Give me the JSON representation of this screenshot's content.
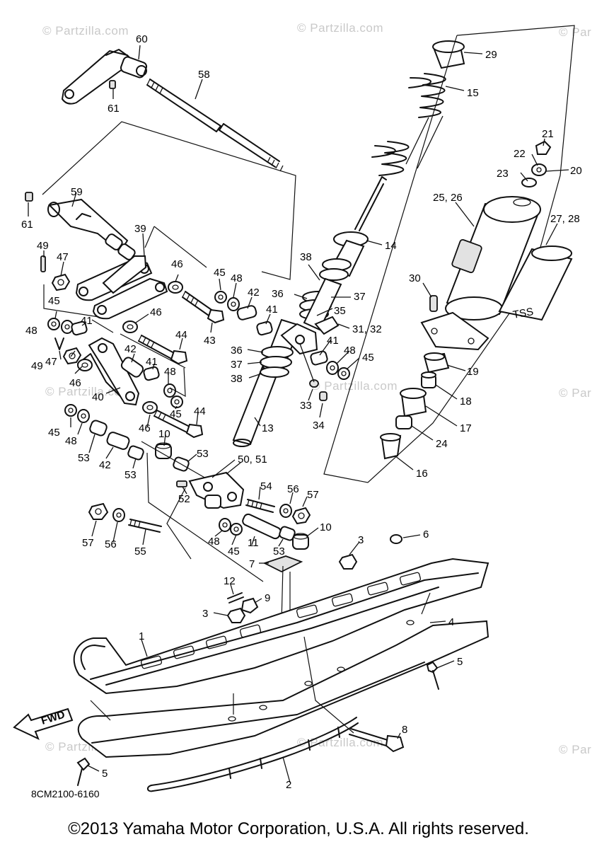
{
  "watermark_text": "© Partzilla.com",
  "watermarks": [
    {
      "id": "wm-1",
      "text": "© Partzilla.com"
    },
    {
      "id": "wm-2",
      "text": "© Partzilla.com"
    },
    {
      "id": "wm-3",
      "text": "© Par"
    },
    {
      "id": "wm-4",
      "text": "© Partzilla.com"
    },
    {
      "id": "wm-5",
      "text": "© Partzilla.com"
    },
    {
      "id": "wm-6",
      "text": "© Par"
    },
    {
      "id": "wm-7",
      "text": "© Partzilla.com"
    },
    {
      "id": "wm-8",
      "text": "© Partzilla.com"
    },
    {
      "id": "wm-9",
      "text": "© Par"
    }
  ],
  "part_code": "8CM2100-6160",
  "copyright": "©2013 Yamaha Motor Corporation, U.S.A. All rights reserved.",
  "fwd_label": "FWD",
  "tss_label": "TSS",
  "callouts": [
    {
      "id": "c60",
      "text": "60"
    },
    {
      "id": "c61a",
      "text": "61"
    },
    {
      "id": "c58",
      "text": "58"
    },
    {
      "id": "c59",
      "text": "59"
    },
    {
      "id": "c61b",
      "text": "61"
    },
    {
      "id": "c29",
      "text": "29"
    },
    {
      "id": "c15",
      "text": "15"
    },
    {
      "id": "c21",
      "text": "21"
    },
    {
      "id": "c22",
      "text": "22"
    },
    {
      "id": "c20",
      "text": "20"
    },
    {
      "id": "c23",
      "text": "23"
    },
    {
      "id": "c2526",
      "text": "25, 26"
    },
    {
      "id": "c2728",
      "text": "27, 28"
    },
    {
      "id": "c14",
      "text": "14"
    },
    {
      "id": "c39",
      "text": "39"
    },
    {
      "id": "c49a",
      "text": "49"
    },
    {
      "id": "c47a",
      "text": "47"
    },
    {
      "id": "c46a",
      "text": "46"
    },
    {
      "id": "c45a",
      "text": "45"
    },
    {
      "id": "c48a",
      "text": "48"
    },
    {
      "id": "c42a",
      "text": "42"
    },
    {
      "id": "c38a",
      "text": "38"
    },
    {
      "id": "c36a",
      "text": "36"
    },
    {
      "id": "c37a",
      "text": "37"
    },
    {
      "id": "c35",
      "text": "35"
    },
    {
      "id": "c30",
      "text": "30"
    },
    {
      "id": "c41a",
      "text": "41"
    },
    {
      "id": "c3132",
      "text": "31, 32"
    },
    {
      "id": "c45b",
      "text": "45"
    },
    {
      "id": "c48b",
      "text": "48"
    },
    {
      "id": "c41b",
      "text": "41"
    },
    {
      "id": "c46b",
      "text": "46"
    },
    {
      "id": "c43",
      "text": "43"
    },
    {
      "id": "c44a",
      "text": "44"
    },
    {
      "id": "c49b",
      "text": "49"
    },
    {
      "id": "c47b",
      "text": "47"
    },
    {
      "id": "c42b",
      "text": "42"
    },
    {
      "id": "c41c",
      "text": "41"
    },
    {
      "id": "c48c",
      "text": "48"
    },
    {
      "id": "c36b",
      "text": "36"
    },
    {
      "id": "c37b",
      "text": "37"
    },
    {
      "id": "c38b",
      "text": "38"
    },
    {
      "id": "c41d",
      "text": "41"
    },
    {
      "id": "c48d",
      "text": "48"
    },
    {
      "id": "c45c",
      "text": "45"
    },
    {
      "id": "c19",
      "text": "19"
    },
    {
      "id": "c46c",
      "text": "46"
    },
    {
      "id": "c40",
      "text": "40"
    },
    {
      "id": "c33",
      "text": "33"
    },
    {
      "id": "c18",
      "text": "18"
    },
    {
      "id": "c45d",
      "text": "45"
    },
    {
      "id": "c44b",
      "text": "44"
    },
    {
      "id": "c34",
      "text": "34"
    },
    {
      "id": "c17",
      "text": "17"
    },
    {
      "id": "c45e",
      "text": "45"
    },
    {
      "id": "c46d",
      "text": "46"
    },
    {
      "id": "c13",
      "text": "13"
    },
    {
      "id": "c48e",
      "text": "48"
    },
    {
      "id": "c10a",
      "text": "10"
    },
    {
      "id": "c24",
      "text": "24"
    },
    {
      "id": "c53a",
      "text": "53"
    },
    {
      "id": "c42c",
      "text": "42"
    },
    {
      "id": "c53b",
      "text": "53"
    },
    {
      "id": "c16",
      "text": "16"
    },
    {
      "id": "c53c",
      "text": "53"
    },
    {
      "id": "c5051",
      "text": "50, 51"
    },
    {
      "id": "c52",
      "text": "52"
    },
    {
      "id": "c54",
      "text": "54"
    },
    {
      "id": "c56a",
      "text": "56"
    },
    {
      "id": "c57a",
      "text": "57"
    },
    {
      "id": "c10b",
      "text": "10"
    },
    {
      "id": "c57b",
      "text": "57"
    },
    {
      "id": "c56b",
      "text": "56"
    },
    {
      "id": "c55",
      "text": "55"
    },
    {
      "id": "c48f",
      "text": "48"
    },
    {
      "id": "c45f",
      "text": "45"
    },
    {
      "id": "c11",
      "text": "11"
    },
    {
      "id": "c53d",
      "text": "53"
    },
    {
      "id": "c3a",
      "text": "3"
    },
    {
      "id": "c6",
      "text": "6"
    },
    {
      "id": "c7",
      "text": "7"
    },
    {
      "id": "c12",
      "text": "12"
    },
    {
      "id": "c9",
      "text": "9"
    },
    {
      "id": "c3b",
      "text": "3"
    },
    {
      "id": "c4",
      "text": "4"
    },
    {
      "id": "c1",
      "text": "1"
    },
    {
      "id": "c5a",
      "text": "5"
    },
    {
      "id": "c8",
      "text": "8"
    },
    {
      "id": "c5b",
      "text": "5"
    },
    {
      "id": "c2",
      "text": "2"
    }
  ]
}
